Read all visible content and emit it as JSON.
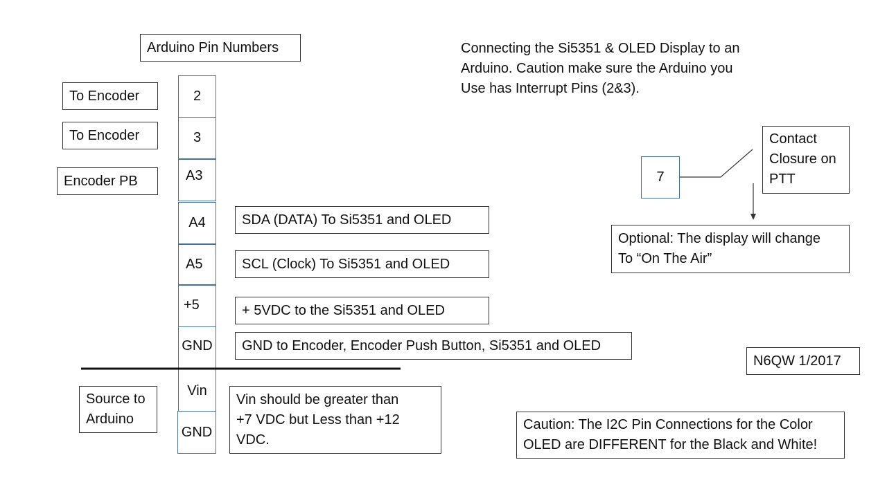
{
  "header_label": "Arduino Pin Numbers",
  "description": [
    "Connecting the Si5351 & OLED Display to an",
    "Arduino. Caution make sure the Arduino you",
    "Use has Interrupt Pins (2&3)."
  ],
  "pins": [
    {
      "label": "2"
    },
    {
      "label": "3"
    },
    {
      "label": "A3"
    },
    {
      "label": "A4"
    },
    {
      "label": "A5"
    },
    {
      "label": "+5"
    },
    {
      "label": "GND"
    },
    {
      "label": "Vin"
    },
    {
      "label": "GND"
    }
  ],
  "left_labels": {
    "encoder_1": "To Encoder",
    "encoder_2": "To Encoder",
    "encoder_pb": "Encoder PB",
    "source": [
      "Source to",
      "Arduino"
    ]
  },
  "right_labels": {
    "sda": "SDA (DATA) To Si5351 and OLED",
    "scl": "SCL (Clock) To Si5351 and OLED",
    "vcc": "+ 5VDC to the Si5351 and OLED",
    "gnd": "GND to Encoder, Encoder Push Button, Si5351 and OLED",
    "vin": [
      "Vin should be greater than",
      "+7 VDC but Less than +12",
      "VDC."
    ]
  },
  "ptt": {
    "pin": "7",
    "contact": [
      "Contact",
      "Closure on",
      "PTT"
    ],
    "optional": [
      "Optional: The display will change",
      "To “On The Air”"
    ]
  },
  "credit": "N6QW 1/2017",
  "caution": [
    "Caution: The I2C Pin Connections for the Color",
    "OLED are DIFFERENT for the Black and White!"
  ]
}
